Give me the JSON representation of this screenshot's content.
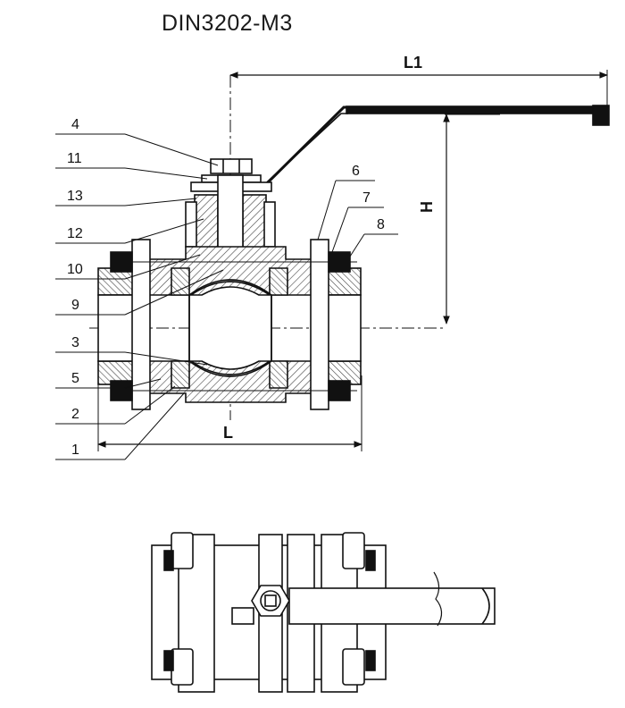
{
  "title": "DIN3202-M3",
  "dimensions": {
    "l1": "L1",
    "h": "H",
    "l": "L"
  },
  "callouts_left": [
    "4",
    "11",
    "13",
    "12",
    "10",
    "9",
    "3",
    "5",
    "2",
    "1"
  ],
  "callouts_right": [
    "6",
    "7",
    "8"
  ],
  "colors": {
    "line": "#111111",
    "hatch": "#444444",
    "handle": "#111111"
  }
}
